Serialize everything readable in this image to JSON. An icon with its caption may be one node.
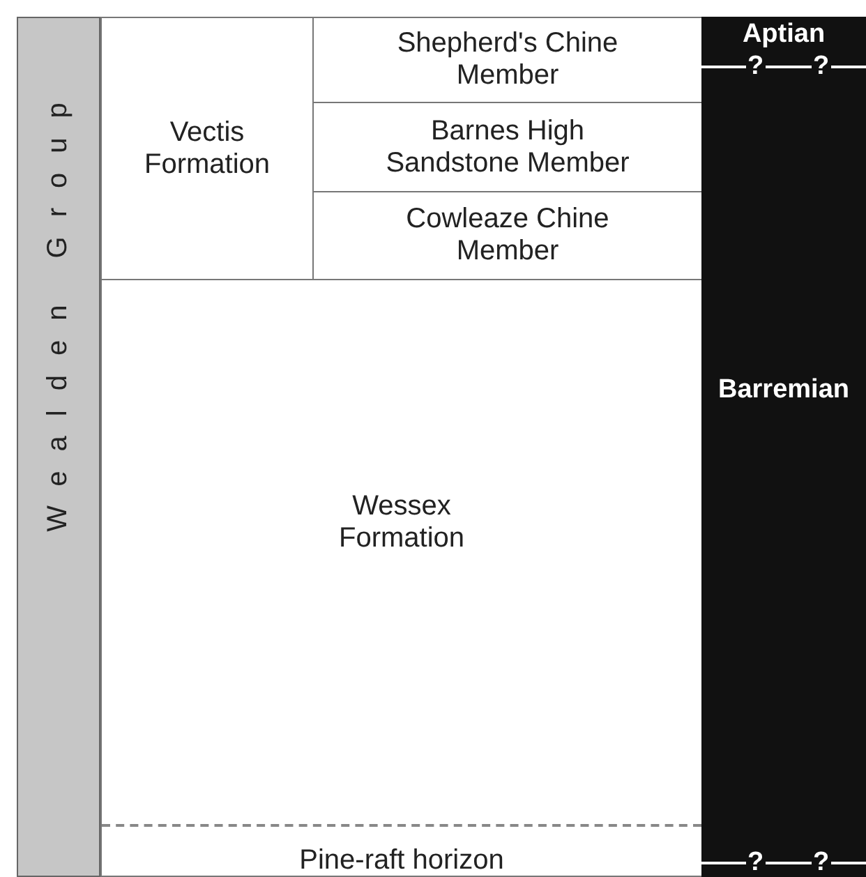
{
  "diagram": {
    "nodes": [
      {
        "text": [
          "Wealden Group"
        ]
      },
      {
        "text": [
          "Vectis Formation"
        ]
      },
      {
        "text": [
          "Shepherd's Chine Member"
        ]
      },
      {
        "text": [
          "Barnes High Sandstone Member"
        ]
      },
      {
        "text": [
          "Cowleaze Chine Member"
        ]
      },
      {
        "text": [
          "Wessex Formation"
        ]
      },
      {
        "text": [
          "Pine-raft horizon"
        ],
        "in": 5
      },
      {
        "text": [
          "Aptian"
        ]
      },
      {
        "text": [
          "Barremian"
        ]
      }
    ],
    "edges": [],
    "labels": [
      "?",
      "?",
      "?",
      "?"
    ]
  }
}
